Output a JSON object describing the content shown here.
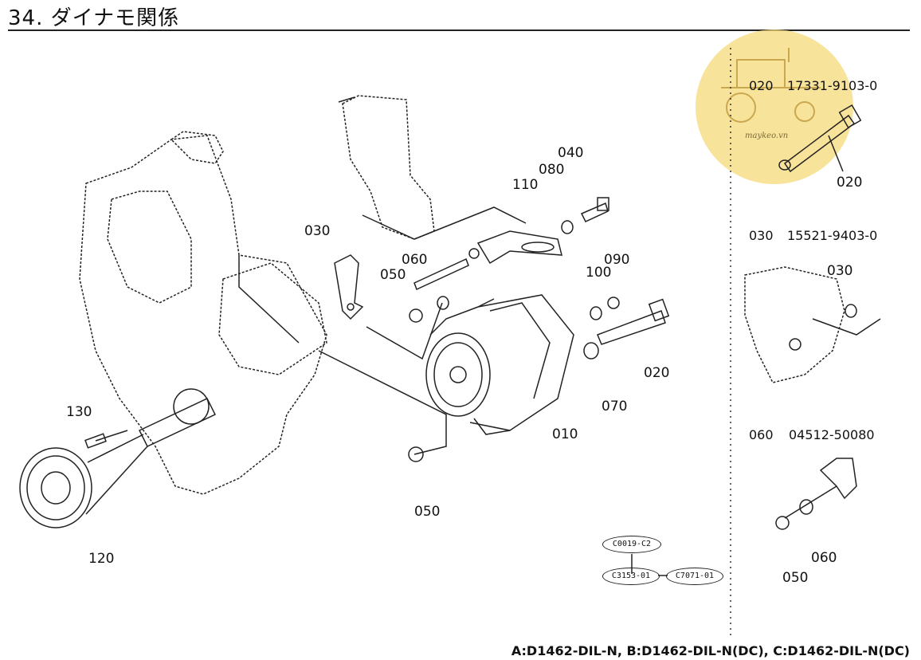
{
  "title": "34. ダイナモ関係",
  "watermark": {
    "text": "maykeo.vn"
  },
  "callouts": {
    "c030": "030",
    "c040": "040",
    "c080": "080",
    "c110": "110",
    "c060": "060",
    "c050a": "050",
    "c100": "100",
    "c090": "090",
    "c020": "020",
    "c070": "070",
    "c010": "010",
    "c050b": "050",
    "c130": "130",
    "c120": "120"
  },
  "side_parts": {
    "p020": {
      "code": "020",
      "part_no": "17331-9103-0",
      "callout": "020"
    },
    "p030": {
      "code": "030",
      "part_no": "15521-9403-0",
      "callout": "030"
    },
    "p060": {
      "code": "060",
      "part_no": "04512-50080",
      "callout_a": "060",
      "callout_b": "050"
    }
  },
  "ref_codes": {
    "top": "C0019-C2",
    "left": "C3153-01",
    "right": "C7071-01"
  },
  "footer": "A:D1462-DIL-N, B:D1462-DIL-N(DC), C:D1462-DIL-N(DC)"
}
